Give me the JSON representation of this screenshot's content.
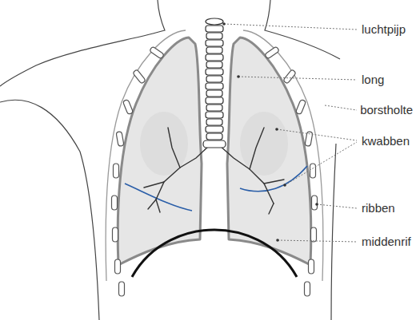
{
  "diagram": {
    "labels": [
      "luchtpijp",
      "long",
      "borstholte",
      "kwabben",
      "ribben",
      "middenrif"
    ]
  }
}
